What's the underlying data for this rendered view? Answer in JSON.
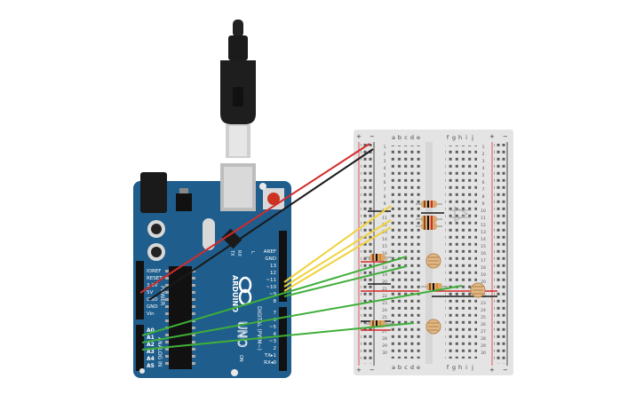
{
  "arduino": {
    "brand": "ARDUINO",
    "model": "UNO",
    "digital_label": "DIGITAL (PWM~)",
    "power_label": "POWER",
    "analog_label": "ANALOG IN",
    "on_label": "ON",
    "tx_label": "TX",
    "rx_label": "RX",
    "l_label": "L",
    "power_pins": [
      "IOREF",
      "RESET",
      "3.3V",
      "5V",
      "GND",
      "GND",
      "Vin"
    ],
    "analog_pins": [
      "A0",
      "A1",
      "A2",
      "A3",
      "A4",
      "A5"
    ],
    "digital_top": [
      "AREF",
      "GND",
      "13",
      "12",
      "~11",
      "~10",
      "~9",
      "8"
    ],
    "digital_bottom": [
      "7",
      "~6",
      "~5",
      "4",
      "~3",
      "2",
      "TX▸1",
      "RX◂0"
    ],
    "board_color": "#1f5d8c"
  },
  "breadboard": {
    "column_letters_left": [
      "a",
      "b",
      "c",
      "d",
      "e"
    ],
    "column_letters_right": [
      "f",
      "g",
      "h",
      "i",
      "j"
    ],
    "row_numbers": [
      "1",
      "2",
      "3",
      "4",
      "5",
      "6",
      "7",
      "8",
      "9",
      "10",
      "11",
      "12",
      "13",
      "14",
      "15",
      "16",
      "17",
      "18",
      "19",
      "20",
      "21",
      "22",
      "23",
      "24",
      "25",
      "26",
      "27",
      "28",
      "29",
      "30"
    ],
    "rail_plus": "+",
    "rail_minus": "−"
  },
  "wires": {
    "power_color": "#d42a2a",
    "ground_color": "#1a1a1a",
    "led_color": "#f0d23a",
    "sensor_color": "#3fae3a"
  },
  "components": {
    "usb_cable": "usb-cable",
    "led": "led",
    "resistors": 5,
    "photoresistors": 3
  }
}
